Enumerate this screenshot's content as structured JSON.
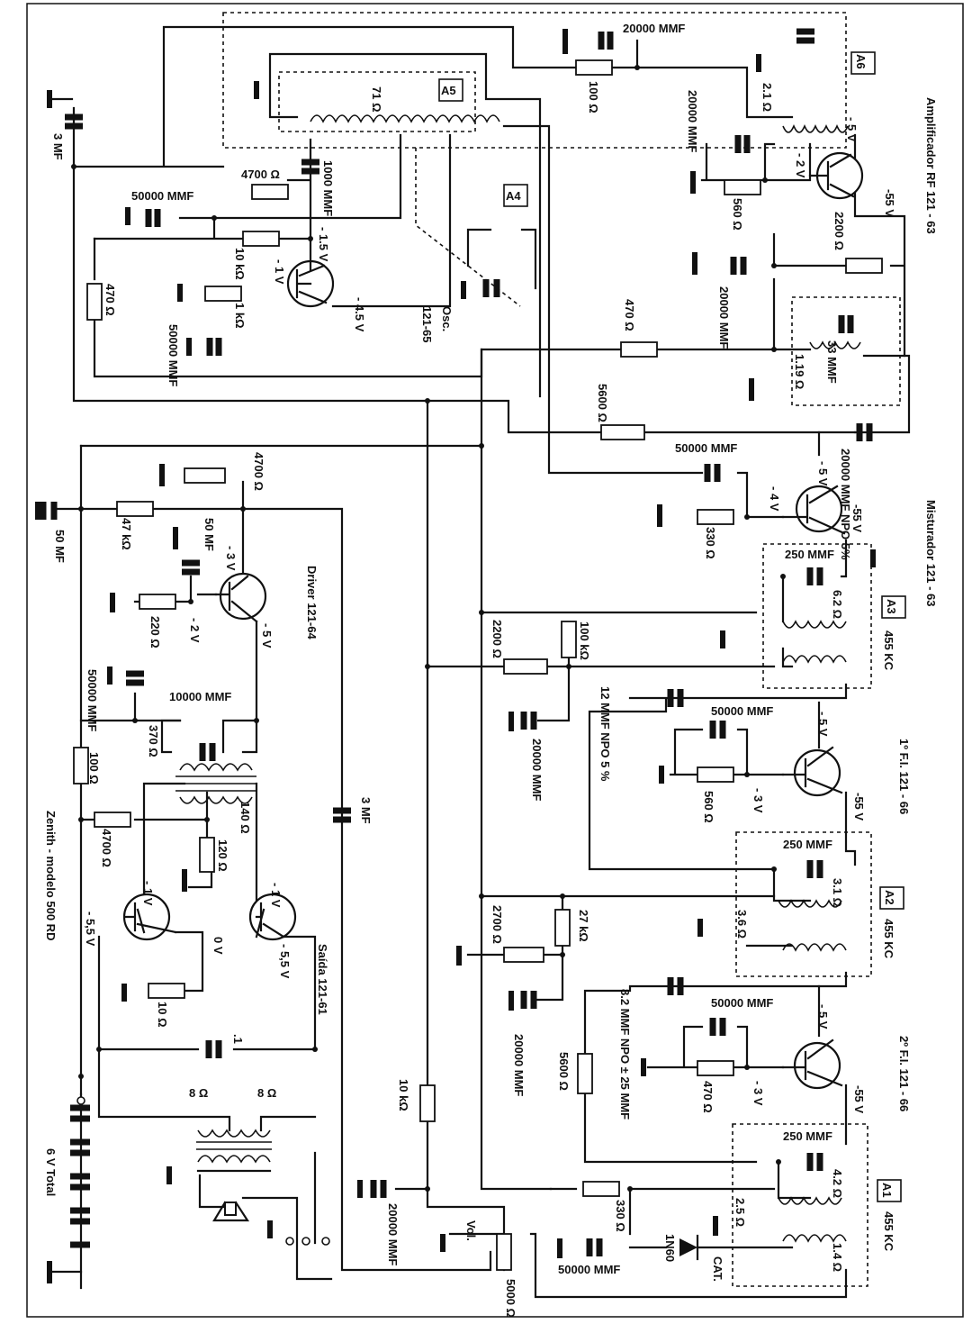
{
  "title": "Zenith - modelo 500 RD",
  "stages": {
    "rf": "Amplificador RF  121 - 63",
    "osc_code": "121-65",
    "osc": "Osc.",
    "mixer": "Misturador  121 - 63",
    "if1": "1º F.I.  121 - 66",
    "if2": "2º F.I.  121 - 66",
    "driver": "Driver 121-64",
    "output": "Saída 121-61"
  },
  "modules": {
    "a1": "A1",
    "a2": "A2",
    "a3": "A3",
    "a4": "A4",
    "a5": "A5",
    "a6": "A6"
  },
  "freq": {
    "a1": "455 KC",
    "a2": "455 KC",
    "a3": "455 KC"
  },
  "battery": "6 V Total",
  "labels": {
    "c_20000_top": "20000 MMF",
    "r_100_top": "100 Ω",
    "c_3mf_left": "3 MF",
    "coil_71": "71 Ω",
    "c_1000": "1000 MMF",
    "r_4700_osc": "4700 Ω",
    "c_50000_osc1": "50000 MMF",
    "r_10k_osc": "10 kΩ",
    "r_1k_osc": "1 kΩ",
    "c_50000_osc2": "50000 MMF",
    "r_470_osc": "470 Ω",
    "v_osc_b": "- 1.5 V",
    "v_osc_e": "- 1 V",
    "v_osc_c": "- 4.5 V",
    "c_20000_rf_mmf": "20000 MMF",
    "coil_21": "2.1 Ω",
    "v_rf_b": "- 5 V",
    "v_rf_e": "- 2 V",
    "v_rf_c": "-55 V",
    "r_560_rf": "560 Ω",
    "r_2200_rf": "2200 Ω",
    "c_20000_rf2": "20000 MMF",
    "c_33": "33 MMF",
    "coil_119": "1.19 Ω",
    "r_470_mid": "470 Ω",
    "r_5600_mid": "5600 Ω",
    "c_20000_npo": "20000 MMF NPO 5%",
    "c_50000_mix": "50000 MMF",
    "v_mix_b": "- 5 V",
    "v_mix_e": "- 4 V",
    "v_mix_c": "-55 V",
    "r_330_mix": "330 Ω",
    "c_250_a3": "250 MMF",
    "coil_62": "6.2 Ω",
    "r_2200_a3": "2200 Ω",
    "r_100k": "100 kΩ",
    "c_20000_a3": "20000 MMF",
    "c_12": "12 MMF NPO 5 %",
    "c_50000_if1": "50000 MMF",
    "v_if1_b": "- 5 V",
    "v_if1_e": "- 3 V",
    "v_if1_c": "-55 V",
    "r_560_if1": "560 Ω",
    "c_250_a2": "250 MMF",
    "coil_31": "3.1 Ω",
    "coil_36": "3.6 Ω",
    "r_2700": "2700 Ω",
    "r_27k": "27 kΩ",
    "c_20000_a2": "20000 MMF",
    "c_82": "8.2 MMF NPO ± 25 MMF",
    "c_50000_if2": "50000 MMF",
    "v_if2_b": "- 5 V",
    "v_if2_e": "- 3 V",
    "v_if2_c": "-55 V",
    "r_470_if2": "470 Ω",
    "r_5600_if2": "5600 Ω",
    "c_250_a1": "250 MMF",
    "coil_42": "4.2 Ω",
    "coil_25": "2.5 Ω",
    "coil_14": "1.4 Ω",
    "r_330_det": "330 Ω",
    "c_50000_det": "50000 MMF",
    "diode": "1N60",
    "cat": "CAT.",
    "vol": "Vol.",
    "pot_5000": "5000 Ω",
    "r_10k_vol": "10 kΩ",
    "c_20000_vol": "20000 MMF",
    "pot_4700": "4700 Ω",
    "c_50mf": "50 MF",
    "r_47k": "47 kΩ",
    "c_50mf_drv": "50 MF",
    "r_220": "220 Ω",
    "v_drv_b": "- 3 V",
    "v_drv_e": "- 2 V",
    "v_drv_c": "- 5 V",
    "c_50000_drv": "50000 MMF",
    "c_10000": "10000 MMF",
    "coil_370": "370 Ω",
    "c_3mf_drv": "3 MF",
    "r_100_drv": "100 Ω",
    "coil_140": "140 Ω",
    "r_4700_out": "4700 Ω",
    "r_120": "120 Ω",
    "v_out_b1": "- 1 V",
    "v_out_b2": "- 1 V",
    "v_out_c": "- 5,5 V",
    "v_out_e": "0 V",
    "v_out_c2": "- 5,5 V",
    "r_10": "10 Ω",
    "c_01": ".1",
    "coil_8a": "8 Ω",
    "coil_8b": "8 Ω"
  }
}
